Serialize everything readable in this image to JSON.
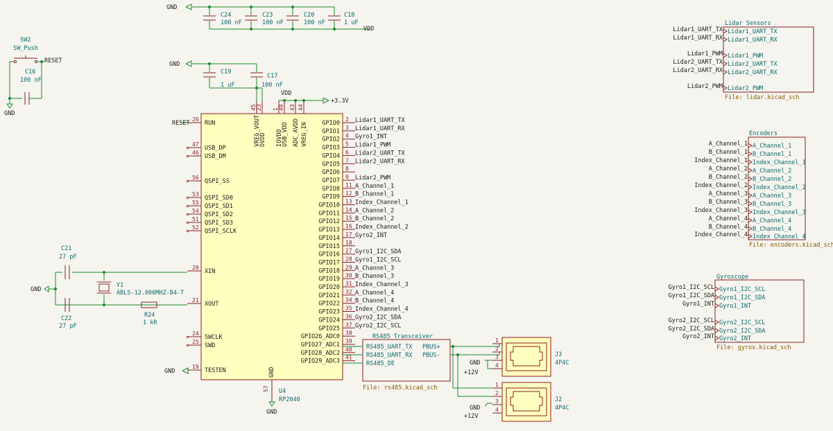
{
  "rp2040": {
    "ref": "U4",
    "value": "RP2040",
    "left_pins": [
      {
        "num": "26",
        "name": "RUN",
        "net": "RESET"
      },
      {
        "num": "47",
        "name": "USB_DP",
        "net": ""
      },
      {
        "num": "46",
        "name": "USB_DM",
        "net": ""
      },
      {
        "num": "56",
        "name": "QSPI_SS",
        "net": ""
      },
      {
        "num": "53",
        "name": "QSPI_SD0",
        "net": ""
      },
      {
        "num": "55",
        "name": "QSPI_SD1",
        "net": ""
      },
      {
        "num": "54",
        "name": "QSPI_SD2",
        "net": ""
      },
      {
        "num": "51",
        "name": "QSPI_SD3",
        "net": ""
      },
      {
        "num": "52",
        "name": "QSPI_SCLK",
        "net": ""
      },
      {
        "num": "20",
        "name": "XIN",
        "net": ""
      },
      {
        "num": "21",
        "name": "XOUT",
        "net": ""
      },
      {
        "num": "24",
        "name": "SWCLK",
        "net": ""
      },
      {
        "num": "25",
        "name": "SWD",
        "net": ""
      },
      {
        "num": "19",
        "name": "TESTEN",
        "net": "GND"
      }
    ],
    "top_pins": [
      {
        "num": "45",
        "name": "VREG_VOUT"
      },
      {
        "num": "23",
        "name": "DVDD"
      },
      {
        "num": "1",
        "name": "IOVDD"
      },
      {
        "num": "48",
        "name": "USB_VDD"
      },
      {
        "num": "43",
        "name": "ADC_AVDD"
      },
      {
        "num": "44",
        "name": "VREG_IN"
      }
    ],
    "bottom_pin": {
      "num": "57",
      "name": "GND"
    },
    "right_pins": [
      {
        "num": "2",
        "name": "GPIO0",
        "net": "Lidar1_UART_TX"
      },
      {
        "num": "3",
        "name": "GPIO1",
        "net": "Lidar1_UART_RX"
      },
      {
        "num": "4",
        "name": "GPIO2",
        "net": "Gyro1_INT"
      },
      {
        "num": "5",
        "name": "GPIO3",
        "net": "Lidar1_PWM"
      },
      {
        "num": "6",
        "name": "GPIO4",
        "net": "Lidar2_UART_TX"
      },
      {
        "num": "7",
        "name": "GPIO5",
        "net": "Lidar2_UART_RX"
      },
      {
        "num": "8",
        "name": "GPIO6",
        "net": ""
      },
      {
        "num": "9",
        "name": "GPIO7",
        "net": "Lidar2_PWM"
      },
      {
        "num": "11",
        "name": "GPIO8",
        "net": "A_Channel_1"
      },
      {
        "num": "12",
        "name": "GPIO9",
        "net": "B_Channel_1"
      },
      {
        "num": "13",
        "name": "GPIO10",
        "net": "Index_Channel_1"
      },
      {
        "num": "14",
        "name": "GPIO11",
        "net": "A_Channel_2"
      },
      {
        "num": "15",
        "name": "GPIO12",
        "net": "B_Channel_2"
      },
      {
        "num": "16",
        "name": "GPIO13",
        "net": "Index_Channel_2"
      },
      {
        "num": "17",
        "name": "GPIO14",
        "net": "Gyro2_INT"
      },
      {
        "num": "18",
        "name": "GPIO15",
        "net": ""
      },
      {
        "num": "27",
        "name": "GPIO16",
        "net": "Gyro1_I2C_SDA"
      },
      {
        "num": "28",
        "name": "GPIO17",
        "net": "Gyro1_I2C_SCL"
      },
      {
        "num": "29",
        "name": "GPIO18",
        "net": "A_Channel_3"
      },
      {
        "num": "30",
        "name": "GPIO19",
        "net": "B_Channel_3"
      },
      {
        "num": "31",
        "name": "GPIO20",
        "net": "Index_Channel_3"
      },
      {
        "num": "32",
        "name": "GPIO21",
        "net": "A_Channel_4"
      },
      {
        "num": "34",
        "name": "GPIO22",
        "net": "B_Channel_4"
      },
      {
        "num": "35",
        "name": "GPIO23",
        "net": "Index_Channel_4"
      },
      {
        "num": "36",
        "name": "GPIO24",
        "net": "Gyro2_I2C_SDA"
      },
      {
        "num": "37",
        "name": "GPIO25",
        "net": "Gyro2_I2C_SCL"
      },
      {
        "num": "38",
        "name": "GPIO26_ADC0",
        "net": ""
      },
      {
        "num": "39",
        "name": "GPIO27_ADC1",
        "net": ""
      },
      {
        "num": "40",
        "name": "GPIO28_ADC2",
        "net": ""
      },
      {
        "num": "41",
        "name": "GPIO29_ADC3",
        "net": ""
      }
    ]
  },
  "top_caps": [
    {
      "ref": "C24",
      "value": "100 nF"
    },
    {
      "ref": "C23",
      "value": "100 nF"
    },
    {
      "ref": "C20",
      "value": "100 nF"
    },
    {
      "ref": "C18",
      "value": "1 uF"
    }
  ],
  "mid_caps": [
    {
      "ref": "C19",
      "value": "1 uF"
    },
    {
      "ref": "C17",
      "value": "100 nF"
    }
  ],
  "labels": {
    "gnd": "GND",
    "vdd": "VDD",
    "v33": "+3.3V",
    "v12": "+12V",
    "reset": "RESET"
  },
  "switch": {
    "ref": "SW2",
    "value": "SW_Push"
  },
  "c16": {
    "ref": "C16",
    "value": "100 nF"
  },
  "c21": {
    "ref": "C21",
    "value": "27 pF"
  },
  "c22": {
    "ref": "C22",
    "value": "27 pF"
  },
  "crystal": {
    "ref": "Y1",
    "value": "ABLS-12.000MHZ-B4-T"
  },
  "r24": {
    "ref": "R24",
    "value": "1 kR"
  },
  "rs485": {
    "title": "RS485 Transceiver",
    "file": "File: rs485.kicad_sch",
    "left": [
      "RS485_UART_TX",
      "RS485_UART_RX",
      "RS485_DE"
    ],
    "right": [
      "PBUS+",
      "PBUS-"
    ]
  },
  "jacks": [
    {
      "ref": "J3",
      "value": "4P4C",
      "pins": [
        "1",
        "2",
        "3",
        "4"
      ]
    },
    {
      "ref": "J2",
      "value": "4P4C",
      "pins": [
        "1",
        "2",
        "3",
        "4"
      ]
    }
  ],
  "lidar": {
    "title": "Lidar Sensors",
    "file": "File: lidar.kicad_sch",
    "pins": [
      "Lidar1_UART_TX",
      "Lidar1_UART_RX",
      "Lidar1_PWM",
      "Lidar2_UART_TX",
      "Lidar2_UART_RX",
      "Lidar2_PWM"
    ]
  },
  "encoders": {
    "title": "Encoders",
    "file": "File: encoders.kicad_sch",
    "pins": [
      "A_Channel_1",
      "B_Channel_1",
      "Index_Channel_1",
      "A_Channel_2",
      "B_Channel_2",
      "Index_Channel_2",
      "A_Channel_3",
      "B_Channel_3",
      "Index_Channel_3",
      "A_Channel_4",
      "B_Channel_4",
      "Index_Channel_4"
    ]
  },
  "gyro": {
    "title": "Gyroscope",
    "file": "File: gyros.kicad_sch",
    "pins": [
      "Gyro1_I2C_SCL",
      "Gyro1_I2C_SDA",
      "Gyro1_INT",
      "Gyro2_I2C_SCL",
      "Gyro2_I2C_SDA",
      "Gyro2_INT"
    ]
  }
}
